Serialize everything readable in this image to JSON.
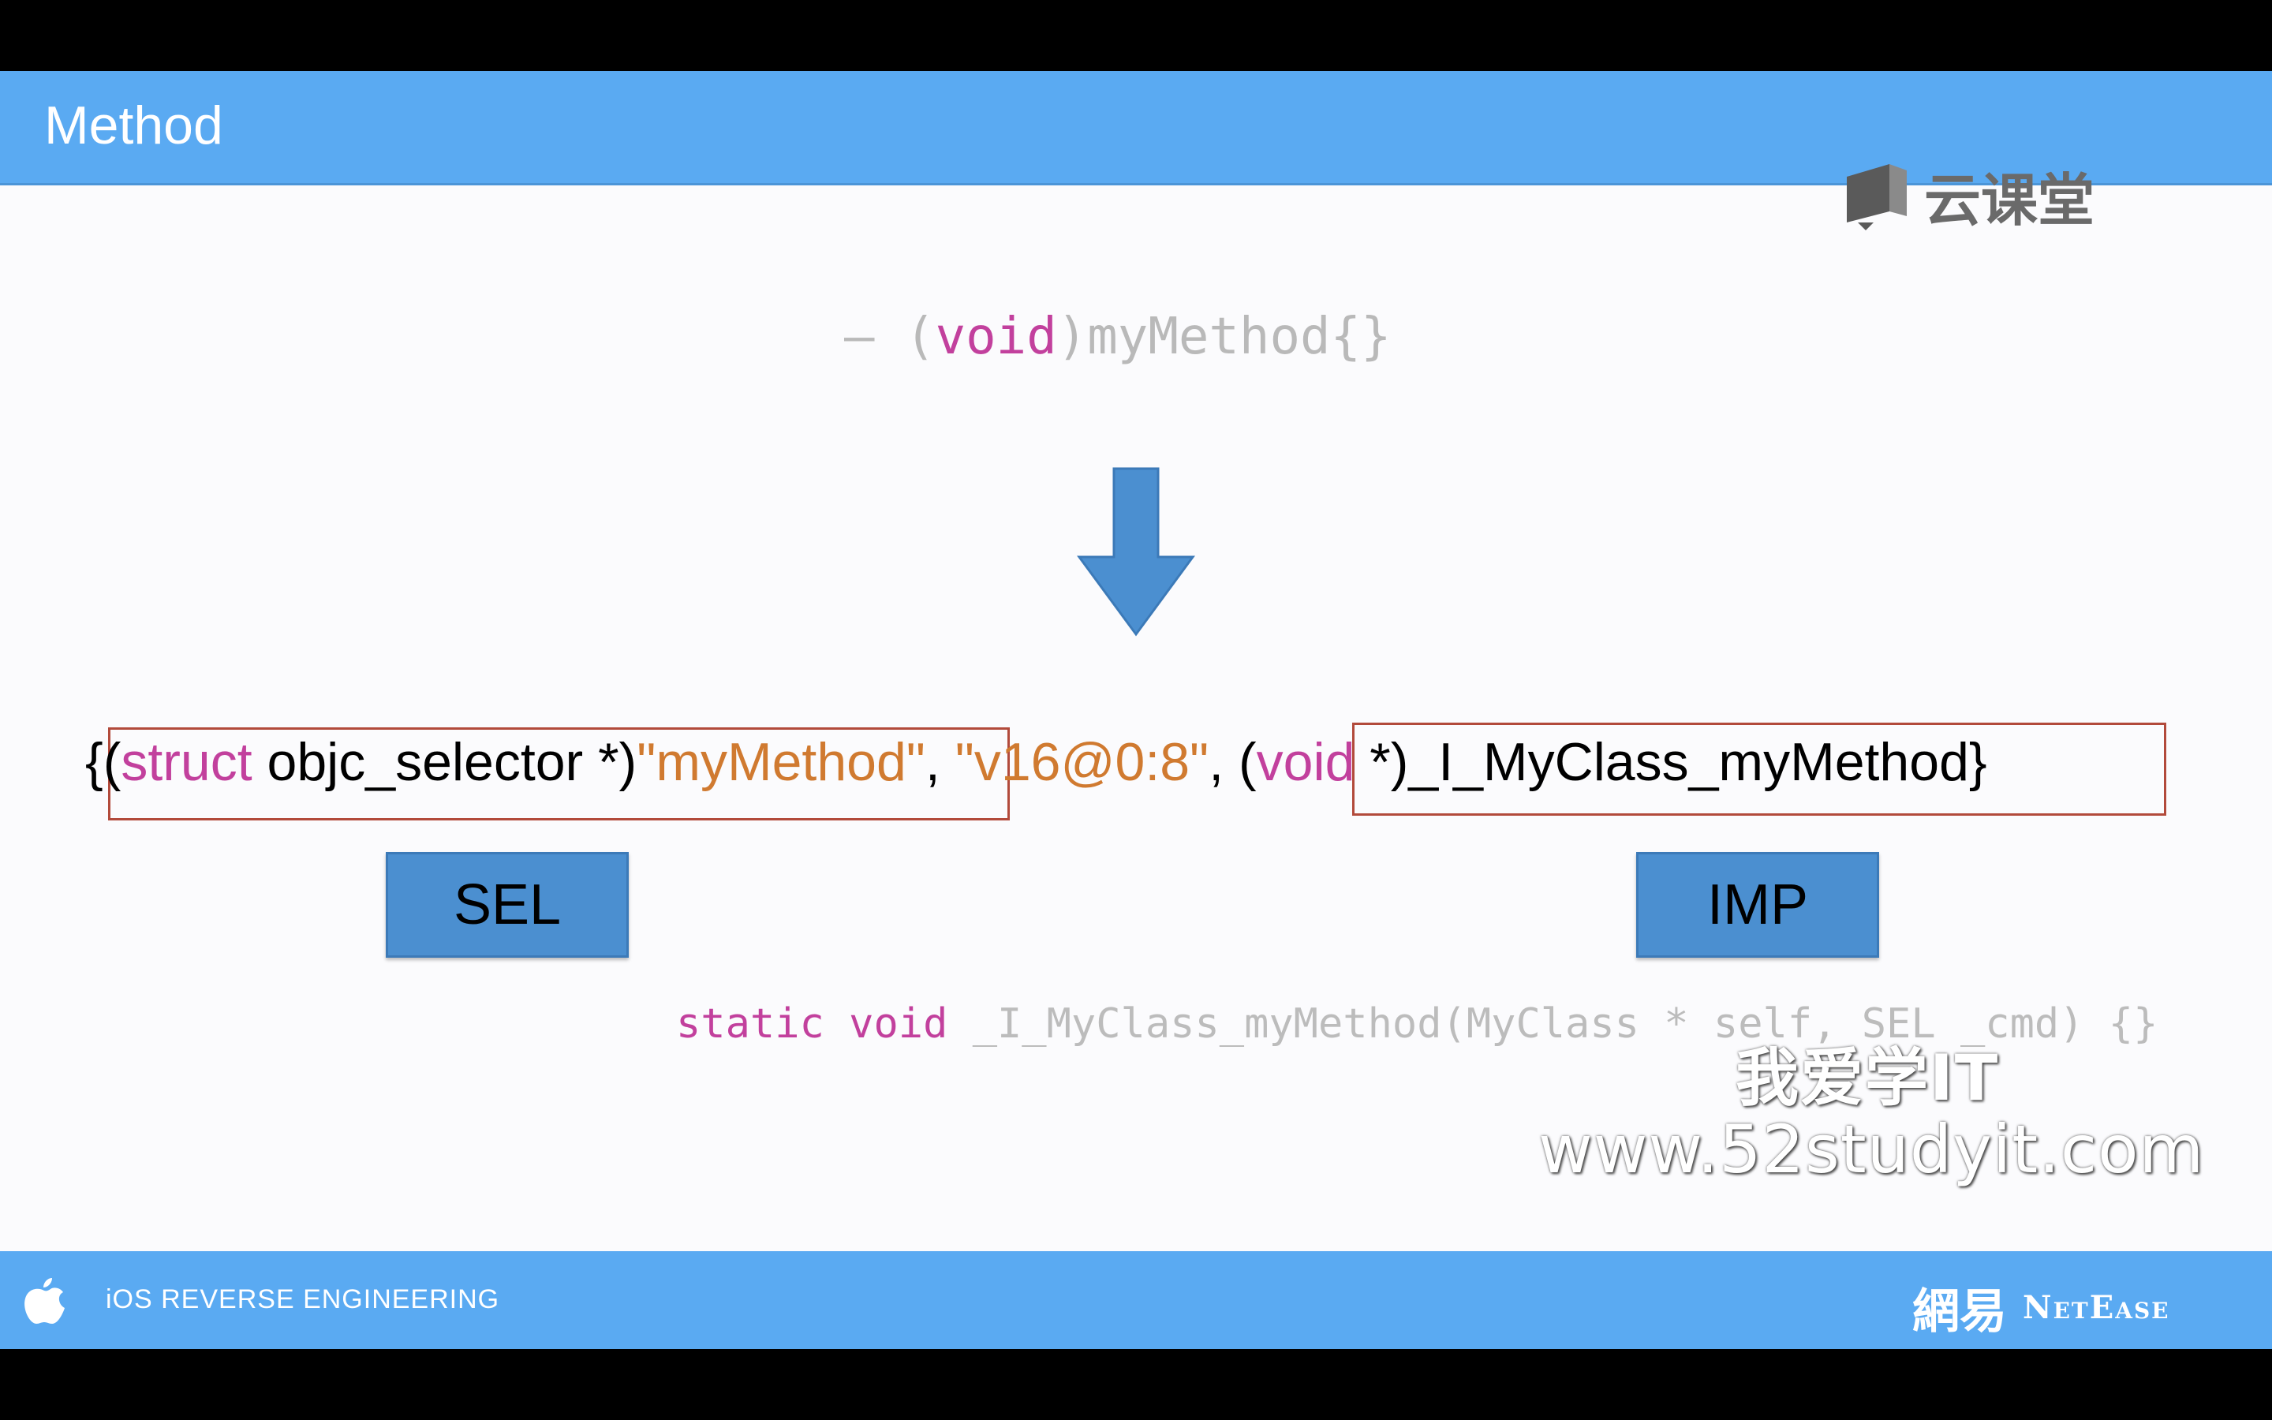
{
  "header": {
    "title": "Method"
  },
  "logo": {
    "text": "云课堂"
  },
  "code_top": {
    "prefix": "– (",
    "keyword": "void",
    "suffix": ")myMethod{}"
  },
  "declaration": {
    "open": "{",
    "paren_open": "(",
    "struct_kw": "struct",
    "selector_type": " objc_selector *)",
    "selector_name": "\"myMethod\"",
    "sep1": ", ",
    "type_encoding": "\"v16@0:8\"",
    "sep2": ", ",
    "paren_open2": "(",
    "void_kw": "void",
    "imp_name": " *)_I_MyClass_myMethod",
    "close": "}"
  },
  "labels": {
    "sel": "SEL",
    "imp": "IMP"
  },
  "code_bottom": {
    "static_kw": "static",
    "space": " ",
    "void_kw": "void",
    "rest": " _I_MyClass_myMethod(MyClass * self, SEL _cmd) {}"
  },
  "watermark": {
    "cn": "我爱学IT",
    "url": "www.52studyit.com"
  },
  "footer": {
    "text": "iOS REVERSE ENGINEERING",
    "brand_cn": "網易",
    "brand_en": "NetEase"
  },
  "colors": {
    "accent": "#5aaaf2",
    "keyword": "#c2409d",
    "string": "#d07a30",
    "box_fill": "#4b8fd0",
    "box_border_red": "#b24a3b"
  }
}
